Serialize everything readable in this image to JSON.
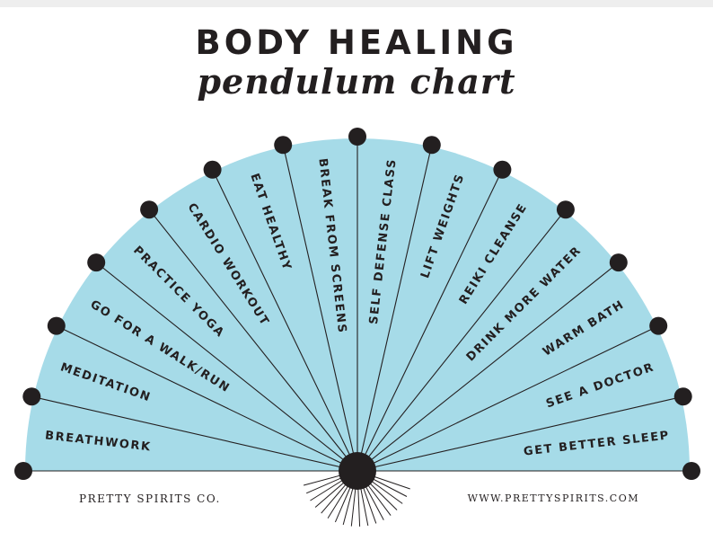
{
  "title": "BODY HEALING",
  "subtitle": "pendulum chart",
  "footer": {
    "brand": "PRETTY SPIRITS CO.",
    "website": "WWW.PRETTYSPIRITS.COM"
  },
  "colors": {
    "fan": "#a6dbe8",
    "ink": "#231f20"
  },
  "segments": [
    "BREATHWORK",
    "MEDITATION",
    "GO FOR A WALK/RUN",
    "PRACTICE YOGA",
    "CARDIO WORKOUT",
    "EAT HEALTHY",
    "BREAK FROM SCREENS",
    "SELF DEFENSE CLASS",
    "LIFT WEIGHTS",
    "REIKI CLEANSE",
    "DRINK MORE WATER",
    "WARM BATH",
    "SEE A DOCTOR",
    "GET BETTER SLEEP"
  ]
}
